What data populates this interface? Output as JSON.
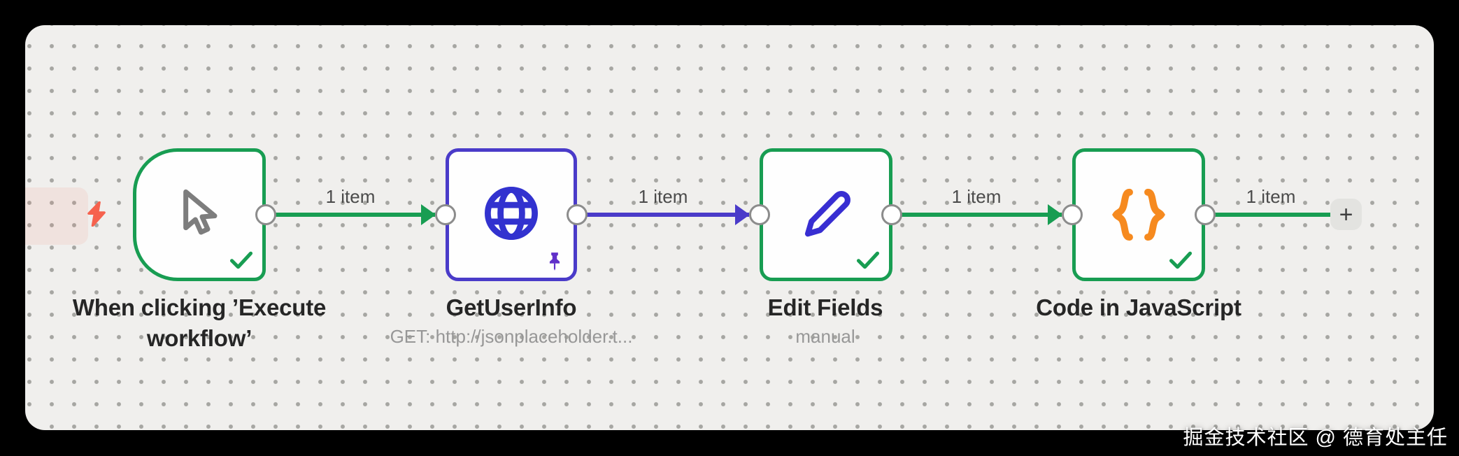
{
  "canvas": {
    "background": "#f0efed",
    "dot_color": "#a6a6a2",
    "frame_color": "#000000"
  },
  "colors": {
    "success_green": "#189d52",
    "node_purple": "#4a3bc9",
    "globe_blue": "#3232cf",
    "pencil_blue": "#382ed2",
    "braces_orange": "#f68a1f",
    "pin_purple": "#6030c9",
    "bolt_coral": "#f6624e",
    "cursor_gray": "#7d7d7d"
  },
  "nodes": [
    {
      "title": "When clicking ’Execute\nworkflow’",
      "subtitle": "",
      "icon": "mouse-pointer-icon",
      "status": "success-check",
      "border_color": "#189d52",
      "shape": "trigger"
    },
    {
      "title": "GetUserInfo",
      "subtitle": "GET: http://jsonplaceholder.t...",
      "icon": "globe-icon",
      "status": "pinned",
      "border_color": "#4a3bc9",
      "shape": "square"
    },
    {
      "title": "Edit Fields",
      "subtitle": "manual",
      "icon": "pencil-icon",
      "status": "success-check",
      "border_color": "#189d52",
      "shape": "square"
    },
    {
      "title": "Code in JavaScript",
      "subtitle": "",
      "icon": "code-braces-icon",
      "status": "success-check",
      "border_color": "#189d52",
      "shape": "square"
    }
  ],
  "connections": [
    {
      "from": "When clicking ’Execute workflow’",
      "to": "GetUserInfo",
      "label": "1 item",
      "color": "#189d52"
    },
    {
      "from": "GetUserInfo",
      "to": "Edit Fields",
      "label": "1 item",
      "color": "#4a3bc9"
    },
    {
      "from": "Edit Fields",
      "to": "Code in JavaScript",
      "label": "1 item",
      "color": "#189d52"
    },
    {
      "from": "Code in JavaScript",
      "to": "add-node-button",
      "label": "1 item",
      "color": "#189d52"
    }
  ],
  "add_button": {
    "label": "+"
  },
  "watermark": {
    "text": "掘金技术社区 @ 德育处主任"
  }
}
